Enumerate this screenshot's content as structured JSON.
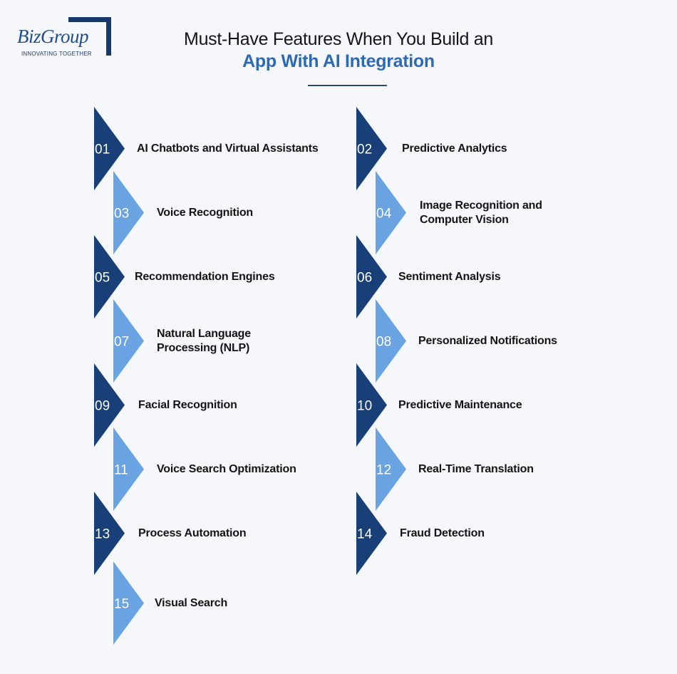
{
  "brand": {
    "logo_text": "BizGroup",
    "tagline": "INNOVATING TOGETHER"
  },
  "header": {
    "title_line1": "Must-Have Features When You Build an",
    "title_line2": "App With AI Integration"
  },
  "colors": {
    "dark": "#193f78",
    "light": "#6aa3e2",
    "text": "#141414",
    "accent_title": "#2d6ab4"
  },
  "features": [
    {
      "num": "01",
      "label": "AI Chatbots and Virtual Assistants",
      "shade": "dark"
    },
    {
      "num": "02",
      "label": "Predictive Analytics",
      "shade": "dark"
    },
    {
      "num": "03",
      "label": "Voice Recognition",
      "shade": "light"
    },
    {
      "num": "04",
      "label": "Image Recognition and Computer Vision",
      "shade": "light"
    },
    {
      "num": "05",
      "label": "Recommendation Engines",
      "shade": "dark"
    },
    {
      "num": "06",
      "label": "Sentiment Analysis",
      "shade": "dark"
    },
    {
      "num": "07",
      "label": "Natural Language Processing (NLP)",
      "shade": "light"
    },
    {
      "num": "08",
      "label": "Personalized Notifications",
      "shade": "light"
    },
    {
      "num": "09",
      "label": "Facial Recognition",
      "shade": "dark"
    },
    {
      "num": "10",
      "label": "Predictive Maintenance",
      "shade": "dark"
    },
    {
      "num": "11",
      "label": "Voice Search Optimization",
      "shade": "light"
    },
    {
      "num": "12",
      "label": "Real-Time Translation",
      "shade": "light"
    },
    {
      "num": "13",
      "label": "Process Automation",
      "shade": "dark"
    },
    {
      "num": "14",
      "label": "Fraud Detection",
      "shade": "dark"
    },
    {
      "num": "15",
      "label": "Visual Search",
      "shade": "light"
    }
  ]
}
